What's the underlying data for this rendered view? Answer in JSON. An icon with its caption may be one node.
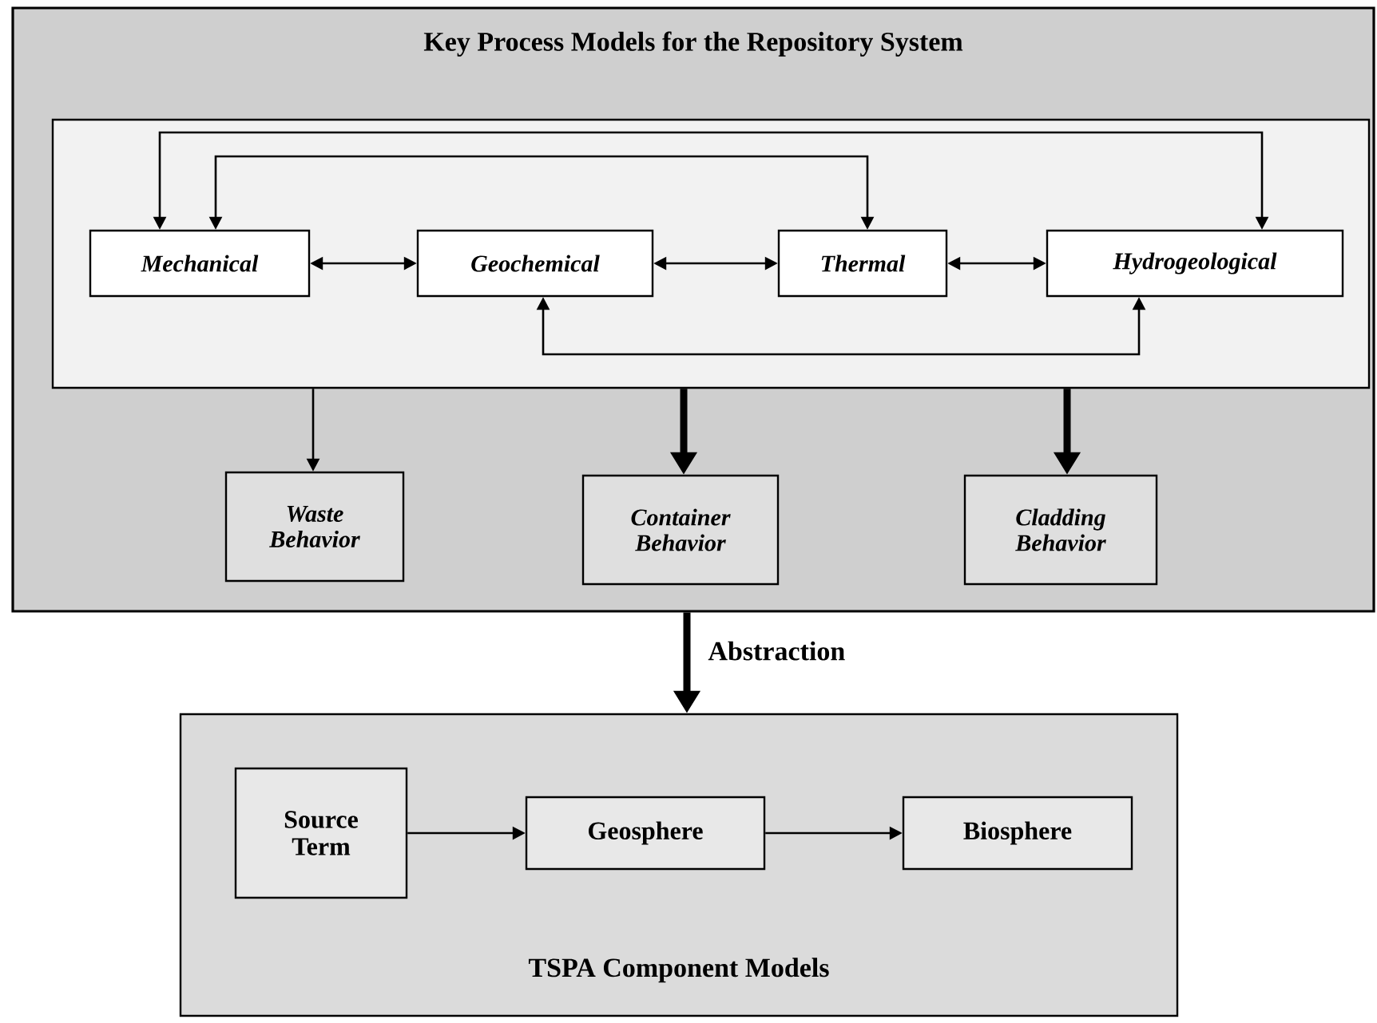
{
  "diagram": {
    "nodes": [
      {
        "text": [
          "Key Process Models for the Repository System"
        ]
      },
      {
        "text": [],
        "shape": "box",
        "in": 0
      },
      {
        "text": [
          "Mechanical"
        ],
        "in": 1
      },
      {
        "text": [
          "Geochemical"
        ],
        "in": 1
      },
      {
        "text": [
          "Thermal"
        ],
        "in": 1
      },
      {
        "text": [
          "Hydrogeological"
        ],
        "in": 1
      },
      {
        "text": [
          "Waste Behavior"
        ],
        "in": 0
      },
      {
        "text": [
          "Container Behavior"
        ],
        "in": 0
      },
      {
        "text": [
          "Cladding Behavior"
        ],
        "in": 0
      },
      {
        "text": [
          "TSPA Component Models"
        ]
      },
      {
        "text": [
          "Source Term"
        ],
        "in": 9
      },
      {
        "text": [
          "Geosphere"
        ],
        "in": 9
      },
      {
        "text": [
          "Biosphere"
        ],
        "in": 9
      }
    ],
    "edges": [
      {
        "from": 2,
        "to": 3,
        "arrow": "both"
      },
      {
        "from": 3,
        "to": 4,
        "arrow": "both"
      },
      {
        "from": 4,
        "to": 5,
        "arrow": "both"
      },
      {
        "from": 2,
        "to": 5,
        "arrow": "both"
      },
      {
        "from": 2,
        "to": 4,
        "arrow": "both"
      },
      {
        "from": 3,
        "to": 5,
        "arrow": "both"
      },
      {
        "from": 1,
        "to": 6,
        "arrow": "to"
      },
      {
        "from": 1,
        "to": 7,
        "arrow": "to",
        "style": "thick"
      },
      {
        "from": 1,
        "to": 8,
        "arrow": "to",
        "style": "thick"
      },
      {
        "from": 0,
        "to": 9,
        "arrow": "to",
        "style": "thick",
        "label": "Abstraction"
      },
      {
        "from": 10,
        "to": 11,
        "arrow": "to"
      },
      {
        "from": 11,
        "to": 12,
        "arrow": "to"
      }
    ]
  }
}
